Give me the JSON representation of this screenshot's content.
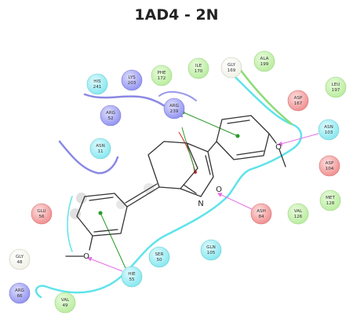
{
  "title": "1AD4 - 2N",
  "colors": {
    "hydrophobic": "#b7ec9c",
    "polar": "#7fe6ef",
    "positive": "#8d8ff0",
    "negative": "#f08a8a",
    "glycine": "#f0f0e6",
    "pocket_polar": "#5fe3ea",
    "pocket_charged": "#7a78e0",
    "pocket_hydrophobic": "#8edb78",
    "hbond": "#e66fe6",
    "pi_stack": "#2a9a2a",
    "pi_cation": "#d42828"
  },
  "residues": [
    {
      "id": "his241",
      "name": "HIS",
      "num": "241",
      "type": "polar"
    },
    {
      "id": "lys203",
      "name": "LYS",
      "num": "203",
      "type": "positive"
    },
    {
      "id": "phe172",
      "name": "PHE",
      "num": "172",
      "type": "hydrophobic"
    },
    {
      "id": "ile170",
      "name": "ILE",
      "num": "170",
      "type": "hydrophobic"
    },
    {
      "id": "gly169",
      "name": "GLY",
      "num": "169",
      "type": "glycine"
    },
    {
      "id": "ala199",
      "name": "ALA",
      "num": "199",
      "type": "hydrophobic"
    },
    {
      "id": "leu197",
      "name": "LEU",
      "num": "197",
      "type": "hydrophobic"
    },
    {
      "id": "asp167",
      "name": "ASP",
      "num": "167",
      "type": "negative"
    },
    {
      "id": "arg52",
      "name": "ARG",
      "num": "52",
      "type": "positive"
    },
    {
      "id": "arg239",
      "name": "ARG",
      "num": "239",
      "type": "positive"
    },
    {
      "id": "asn103",
      "name": "ASN",
      "num": "103",
      "type": "polar"
    },
    {
      "id": "asn11",
      "name": "ASN",
      "num": "11",
      "type": "polar"
    },
    {
      "id": "asp104",
      "name": "ASP",
      "num": "104",
      "type": "negative"
    },
    {
      "id": "met128",
      "name": "MET",
      "num": "128",
      "type": "hydrophobic"
    },
    {
      "id": "glu56",
      "name": "GLU",
      "num": "56",
      "type": "negative"
    },
    {
      "id": "ash84",
      "name": "ASH",
      "num": "84",
      "type": "negative"
    },
    {
      "id": "val126",
      "name": "VAL",
      "num": "126",
      "type": "hydrophobic"
    },
    {
      "id": "gly48",
      "name": "GLY",
      "num": "48",
      "type": "glycine"
    },
    {
      "id": "ser50",
      "name": "SER",
      "num": "50",
      "type": "polar"
    },
    {
      "id": "gln105",
      "name": "GLN",
      "num": "105",
      "type": "polar"
    },
    {
      "id": "hie55",
      "name": "HIE",
      "num": "55",
      "type": "polar"
    },
    {
      "id": "arg66",
      "name": "ARG",
      "num": "66",
      "type": "positive"
    },
    {
      "id": "val49",
      "name": "VAL",
      "num": "49",
      "type": "hydrophobic"
    }
  ],
  "atoms": {
    "nitrogen": "N",
    "oxygen": "O"
  }
}
